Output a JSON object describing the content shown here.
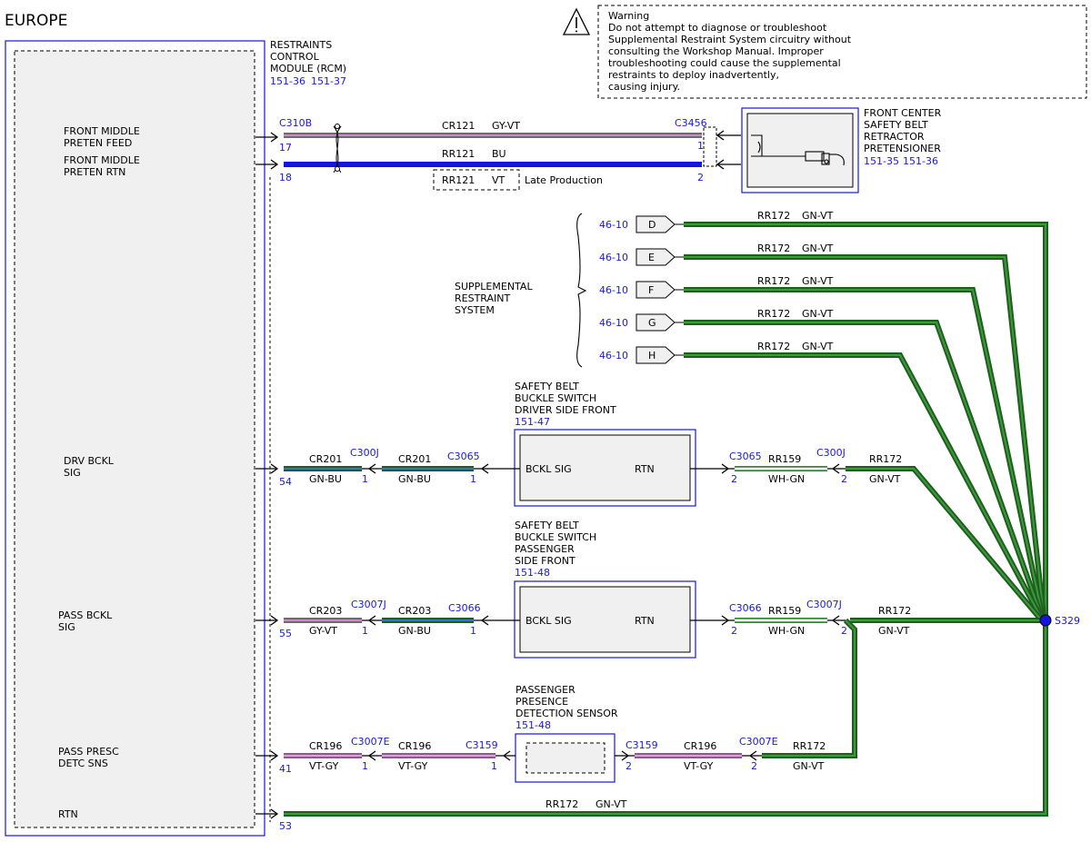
{
  "region": "EUROPE",
  "warning": {
    "title": "Warning",
    "lines": [
      "Do not attempt to diagnose or troubleshoot",
      "Supplemental Restraint System circuitry without",
      "consulting the Workshop Manual. Improper",
      "troubleshooting could cause the supplemental",
      "restraints to deploy inadvertently,",
      "causing injury."
    ]
  },
  "rcm": {
    "name_lines": [
      "RESTRAINTS",
      "CONTROL",
      "MODULE (RCM)"
    ],
    "refs": [
      "151-36",
      "151-37"
    ],
    "pins": {
      "feed": [
        "FRONT MIDDLE",
        "PRETEN FEED"
      ],
      "rtn": [
        "FRONT MIDDLE",
        "PRETEN RTN"
      ],
      "drv": [
        "DRV BCKL",
        "SIG"
      ],
      "pass": [
        "PASS BCKL",
        "SIG"
      ],
      "presc": [
        "PASS PRESC",
        "DETC SNS"
      ],
      "gnd": [
        "RTN"
      ]
    }
  },
  "connectors": {
    "c310b": "C310B",
    "c3456": "C3456",
    "c300j": "C300J",
    "c3065": "C3065",
    "c3007j": "C3007J",
    "c3066": "C3066",
    "c3007e": "C3007E",
    "c3159": "C3159",
    "s329": "S329"
  },
  "pin_numbers": {
    "p17": "17",
    "p18": "18",
    "p1": "1",
    "p2": "2",
    "p54": "54",
    "p55": "55",
    "p41": "41",
    "p53": "53"
  },
  "circuits": {
    "cr121": "CR121",
    "rr121": "RR121",
    "rr172": "RR172",
    "cr201": "CR201",
    "cr203": "CR203",
    "cr196": "CR196",
    "rr159": "RR159"
  },
  "wire_colors": {
    "gyvt": "GY-VT",
    "bu": "BU",
    "vt": "VT",
    "gnvt": "GN-VT",
    "gnbu": "GN-BU",
    "whgn": "WH-GN",
    "vtgy": "VT-GY"
  },
  "late_production": "Late Production",
  "retractor": {
    "name_lines": [
      "FRONT CENTER",
      "SAFETY BELT",
      "RETRACTOR",
      "PRETENSIONER"
    ],
    "refs": [
      "151-35",
      "151-36"
    ]
  },
  "srs": {
    "name_lines": [
      "SUPPLEMENTAL",
      "RESTRAINT",
      "SYSTEM"
    ],
    "ref": "46-10",
    "pins": [
      "D",
      "E",
      "F",
      "G",
      "H"
    ]
  },
  "driver_buckle": {
    "name_lines": [
      "SAFETY BELT",
      "BUCKLE SWITCH",
      "DRIVER SIDE FRONT"
    ],
    "ref": "151-47",
    "sig": "BCKL SIG",
    "rtn": "RTN"
  },
  "pass_buckle": {
    "name_lines": [
      "SAFETY BELT",
      "BUCKLE SWITCH",
      "PASSENGER",
      "SIDE FRONT"
    ],
    "ref": "151-48",
    "sig": "BCKL SIG",
    "rtn": "RTN"
  },
  "presence_sensor": {
    "name_lines": [
      "PASSENGER",
      "PRESENCE",
      "DETECTION SENSOR"
    ],
    "ref": "151-48"
  },
  "colors": {
    "gn_outer": "#1f5e1f",
    "gn_inner": "#2f8a2f",
    "blue": "#1414e6",
    "gy": "#7f7f7f",
    "vt": "#cc66cc",
    "accent_text": "#1a1ad6"
  }
}
